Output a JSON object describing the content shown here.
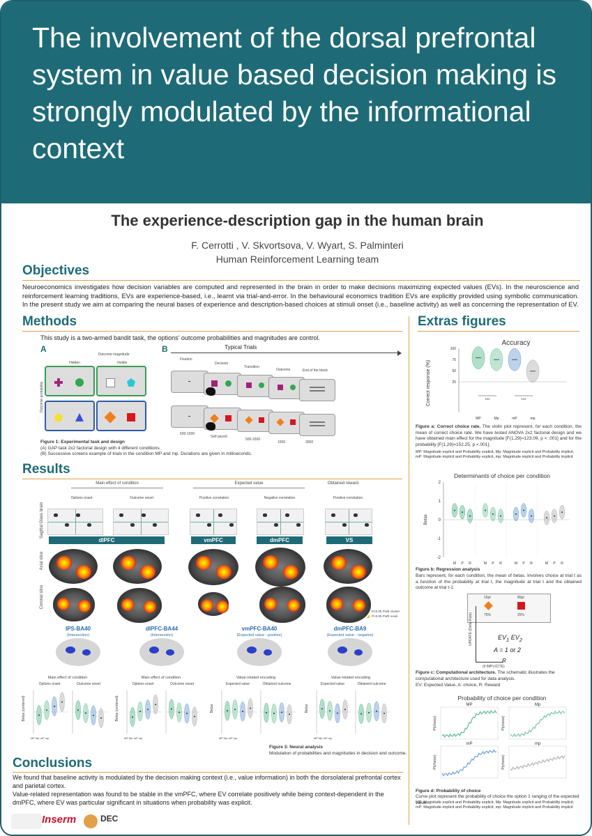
{
  "header": {
    "title": "The involvement of the dorsal prefrontal system in value based decision making is strongly modulated by the informational context"
  },
  "subtitle": "The experience-description gap in the human brain",
  "authors": "F. Cerrotti , V. Skvortsova, V. Wyart, S. Palminteri",
  "team": "Human Reinforcement Learning team",
  "objectives": {
    "heading": "Objectives",
    "text": "Neuroeconomics investigates how decision variables are computed and represented in the brain in order to make decisions maximizing expected values (EVs). In the neuroscience and reinforcement learning traditions, EVs are experience-based, i.e., learnt via trial-and-error. In the behavioural economics tradition EVs are explicitly provided using symbolic communication. In the present study we aim at comparing the neural bases of experience and description-based choices at stimuli onset (i.e., baseline activity) as well as concerning the representation of EV."
  },
  "methods": {
    "heading": "Methods",
    "intro": "This study is a two-armed bandit task, the options' outcome probabilities and magnitudes are control.",
    "panel_a": "A",
    "panel_b": "B",
    "outcome_magnitude": "Outcome magnitude",
    "hidden": "Hidden",
    "visible": "Visible",
    "outcome_probability": "Outcome probability",
    "typical_trials": "Typical Trials",
    "stages": [
      "Fixation",
      "Decision",
      "Transition",
      "Outcome",
      "End of the block"
    ],
    "durations": [
      "500-1500",
      "Self paced",
      "500-1500",
      "1500",
      "3000"
    ],
    "fig1_title": "Figure 1: Experimental task and design",
    "fig1_a": "(A) GAP task 2x2 factorial design with 4 different conditions.",
    "fig1_b": "(B) Successive screens example of trials in the condition MP and mp. Durations are given in milliseconds."
  },
  "results": {
    "heading": "Results",
    "groups": [
      "Main effect of condition",
      "Expected value",
      "Obtained reward"
    ],
    "cols": [
      "Options onset",
      "Outcome onset",
      "Positive correlation",
      "Negative correlation",
      "Positive correlation"
    ],
    "rows": [
      "Sagittal Glass brain",
      "Axial slice",
      "Coronal slice"
    ],
    "regions": [
      "dlPFC",
      "vmPFC",
      "dmPFC",
      "VS"
    ],
    "legend": [
      "P<0.05 FWE cluster",
      "P<0.05 FWE voxel"
    ],
    "rois": [
      {
        "name": "IPS-BA40",
        "sub": "(Intersection)"
      },
      {
        "name": "dlPFC-BA44",
        "sub": "(Intersection)"
      },
      {
        "name": "vmPFC-BA40",
        "sub": "(Expected value - positive)"
      },
      {
        "name": "dmPFC-BA9",
        "sub": "(Expected value - negative)"
      }
    ],
    "plots": [
      {
        "title": "Main effect of condition",
        "left": "Options onset",
        "right": "Outcome onset",
        "ylabel": "Betas (centered)"
      },
      {
        "title": "Main effect of condition",
        "left": "Options onset",
        "right": "Outcome onset",
        "ylabel": "Betas (centered)"
      },
      {
        "title": "Value-related encoding",
        "left": "Expected value",
        "right": "Obtained outcome",
        "ylabel": "Betas"
      },
      {
        "title": "Value-related encoding",
        "left": "Expected value",
        "right": "Obtained outcome",
        "ylabel": "Betas"
      }
    ],
    "conditions": [
      "MP",
      "Mp",
      "mP",
      "mp"
    ],
    "fig3_title": "Figure 3: Neural analysis",
    "fig3_text": "Modulation of probabilities and magnitudes in decision and outcome."
  },
  "conclusions": {
    "heading": "Conclusions",
    "p1": "We found that baseline activity is modulated by the decision making context (i.e., value information) in both the dorsolateral prefrontal cortex and parietal cortex.",
    "p2": "Value-related representation was found to be stable in the vmPFC, where EV correlate positively while being context-dependent in the dmPFC, where EV was particular significant in situations when probability was explicit."
  },
  "extras": {
    "heading": "Extras figures",
    "figa": {
      "title": "Accuracy",
      "ylabel": "Correct response (%)",
      "yticks": [
        "100",
        "75",
        "50",
        "25"
      ],
      "sig": "***",
      "caption_title": "Figure a: Correct choice rate.",
      "caption": "The violin plot represent, for each condition, the mean of correct choice rate. We have tested ANOVA 2x2 factorial design and we have obtained main effect for the magnitude [F(1,29)=123.09, p < .001] and for the probability [F(1,29)=152.25, p <.001].",
      "legend": "MP: Magnitude explicit and Probability explicit, Mp: Magnitude explicit and Probability implicit, mP: Magnitude implicit and Probability explicit, mp: Magnitude implicit and Probability implicit"
    },
    "figb": {
      "title": "Determinants of choice per condition",
      "ylabel": "Betas",
      "yticks": [
        "2",
        "1",
        "0",
        "-1",
        "-2"
      ],
      "xt": [
        "M",
        "P",
        "R"
      ],
      "caption_title": "Figure b: Regression analysis",
      "caption": "Bars represent, for each condition, the mean of betas. Involves choice at trial t as a function of the probability at trial t, the magnitude at trial t and the obtained outcome at trial t-1."
    },
    "figc": {
      "pts": "15pt",
      "pct": "75%",
      "pts2": "80pt",
      "pct2": "25%",
      "update": "UPDATE (Delta Rule)",
      "ev": "EV",
      "a": "A = 1 or 2",
      "r": "R",
      "implicit": "(if IMPLICITE)",
      "caption_title": "Figure c: Computational architecture.",
      "caption": "The schematic illustrates the computational architecture used for data analysis.",
      "legend": "EV: Expected Value, A: choice, R: Reward"
    },
    "figd": {
      "title": "Probability of choice per condition",
      "ylabel": "P(choice)",
      "panels": [
        "MP",
        "Mp",
        "mP",
        "mp"
      ],
      "caption_title": "Figure d: Probability of choice",
      "caption": "Curve plot represent the probability of choice the option 1 ranging of the expected value.",
      "legend": "MP: Magnitude explicit and Probability explicit, Mp: Magnitude explicit and Probability implicit, mP: Magnitude implicit and Probability explicit, mp: Magnitude implicit and Probability implicit"
    }
  },
  "logos": {
    "inserm": "Inserm",
    "dec": "DEC"
  },
  "colors": {
    "teal": "#1e6b77",
    "orange": "#e2a04a",
    "MP": "#52b788",
    "Mp": "#74c69d",
    "mP": "#6a9bd8",
    "mp": "#b0b0b0"
  }
}
